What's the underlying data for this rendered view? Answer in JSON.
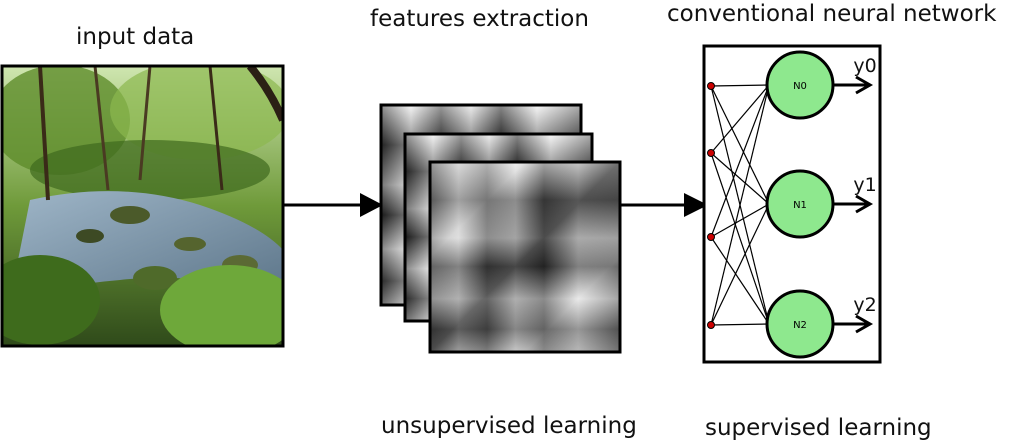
{
  "labels": {
    "input": "input data",
    "features": "features extraction",
    "network": "conventional neural network",
    "unsupervised": "unsupervised learning",
    "supervised": "supervised learning"
  },
  "network": {
    "inputs": 4,
    "neurons": [
      "N0",
      "N1",
      "N2"
    ],
    "outputs": [
      "y0",
      "y1",
      "y2"
    ],
    "neuron_color": "#8ee88e",
    "input_dot_color": "#cc0000"
  },
  "colors": {
    "line": "#000000",
    "background": "#ffffff"
  }
}
